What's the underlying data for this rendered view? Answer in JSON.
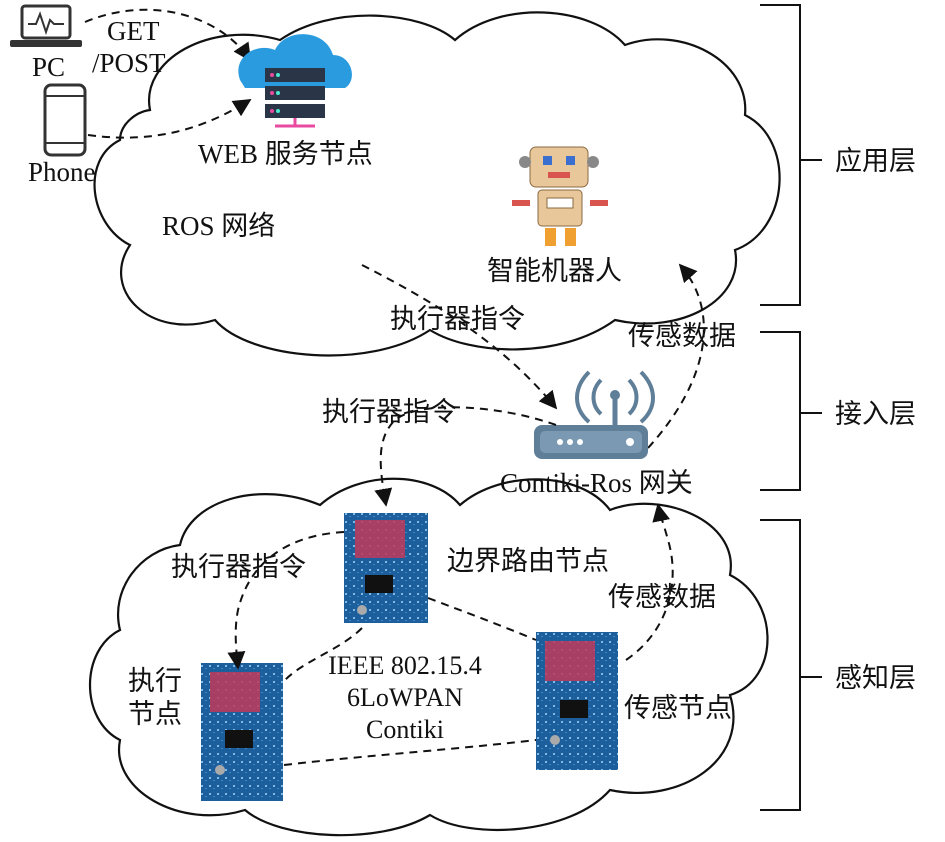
{
  "layers": {
    "application": "应用层",
    "access": "接入层",
    "perception": "感知层"
  },
  "clients": {
    "pc": "PC",
    "phone": "Phone",
    "request": [
      "GET",
      "/POST"
    ]
  },
  "app_cloud": {
    "web_node": "WEB 服务节点",
    "ros_network": "ROS 网络",
    "robot": "智能机器人"
  },
  "gateway": {
    "label": "Contiki-Ros 网关"
  },
  "edges": {
    "actuator_cmd_1": "执行器指令",
    "actuator_cmd_2": "执行器指令",
    "actuator_cmd_3": "执行器指令",
    "sensor_data_1": "传感数据",
    "sensor_data_2": "传感数据"
  },
  "sensor_cloud": {
    "border_router": "边界路由节点",
    "actuator_node": [
      "执行",
      "节点"
    ],
    "sensor_node": "传感节点",
    "protocol": [
      "IEEE 802.15.4",
      "6LoWPAN",
      "Contiki"
    ]
  },
  "colors": {
    "cloud_icon": "#2b9be0",
    "board": "#1a5fa0",
    "robot_body": "#e8c79a",
    "router": "#5f7e98"
  }
}
